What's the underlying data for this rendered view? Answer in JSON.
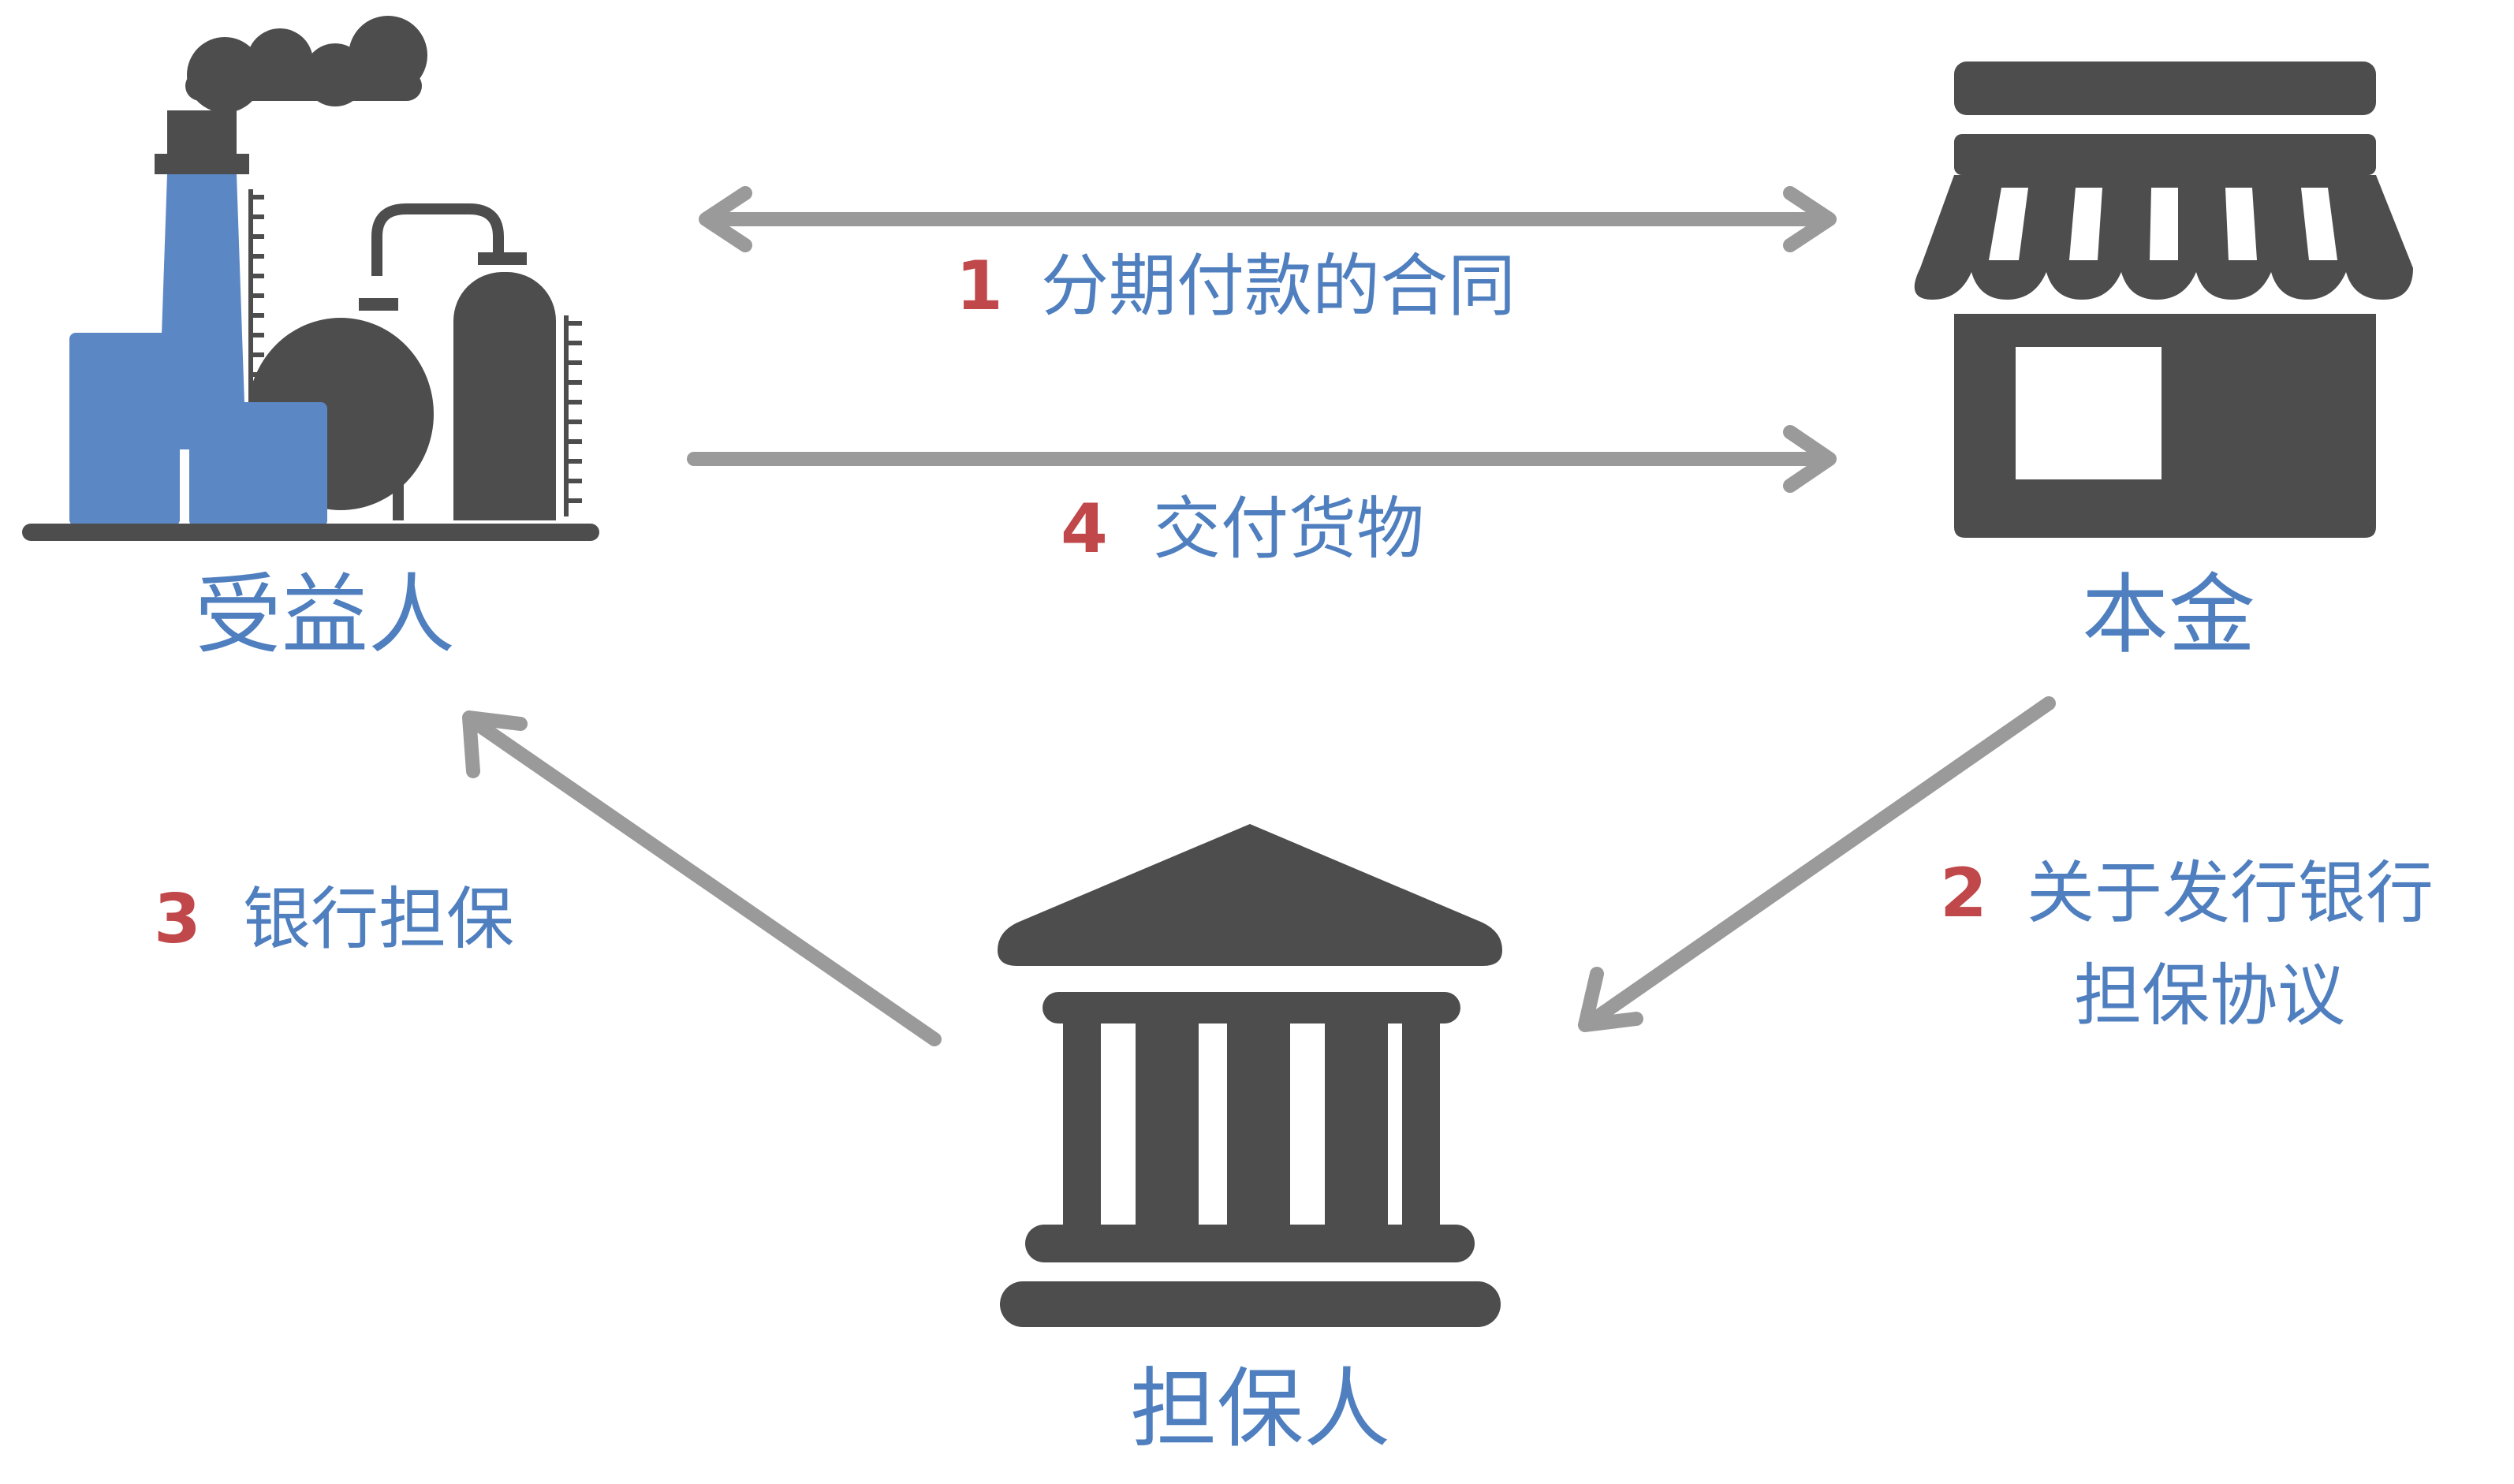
{
  "nodes": {
    "beneficiary": {
      "label": "受益人",
      "icon": "factory-icon"
    },
    "principal": {
      "label": "本金",
      "icon": "storefront-icon"
    },
    "guarantor": {
      "label": "担保人",
      "icon": "bank-icon"
    }
  },
  "steps": [
    {
      "number": "1",
      "text": "分期付款的合同"
    },
    {
      "number": "2",
      "text_line1": "关于发行银行",
      "text_line2": "担保协议"
    },
    {
      "number": "3",
      "text": "银行担保"
    },
    {
      "number": "4",
      "text": "交付货物"
    }
  ],
  "colors": {
    "label_blue": "#4f7fbf",
    "number_red": "#c0474a",
    "icon_dark": "#4d4d4d",
    "icon_blue": "#5b87c5",
    "arrow_gray": "#9a9a9a"
  }
}
